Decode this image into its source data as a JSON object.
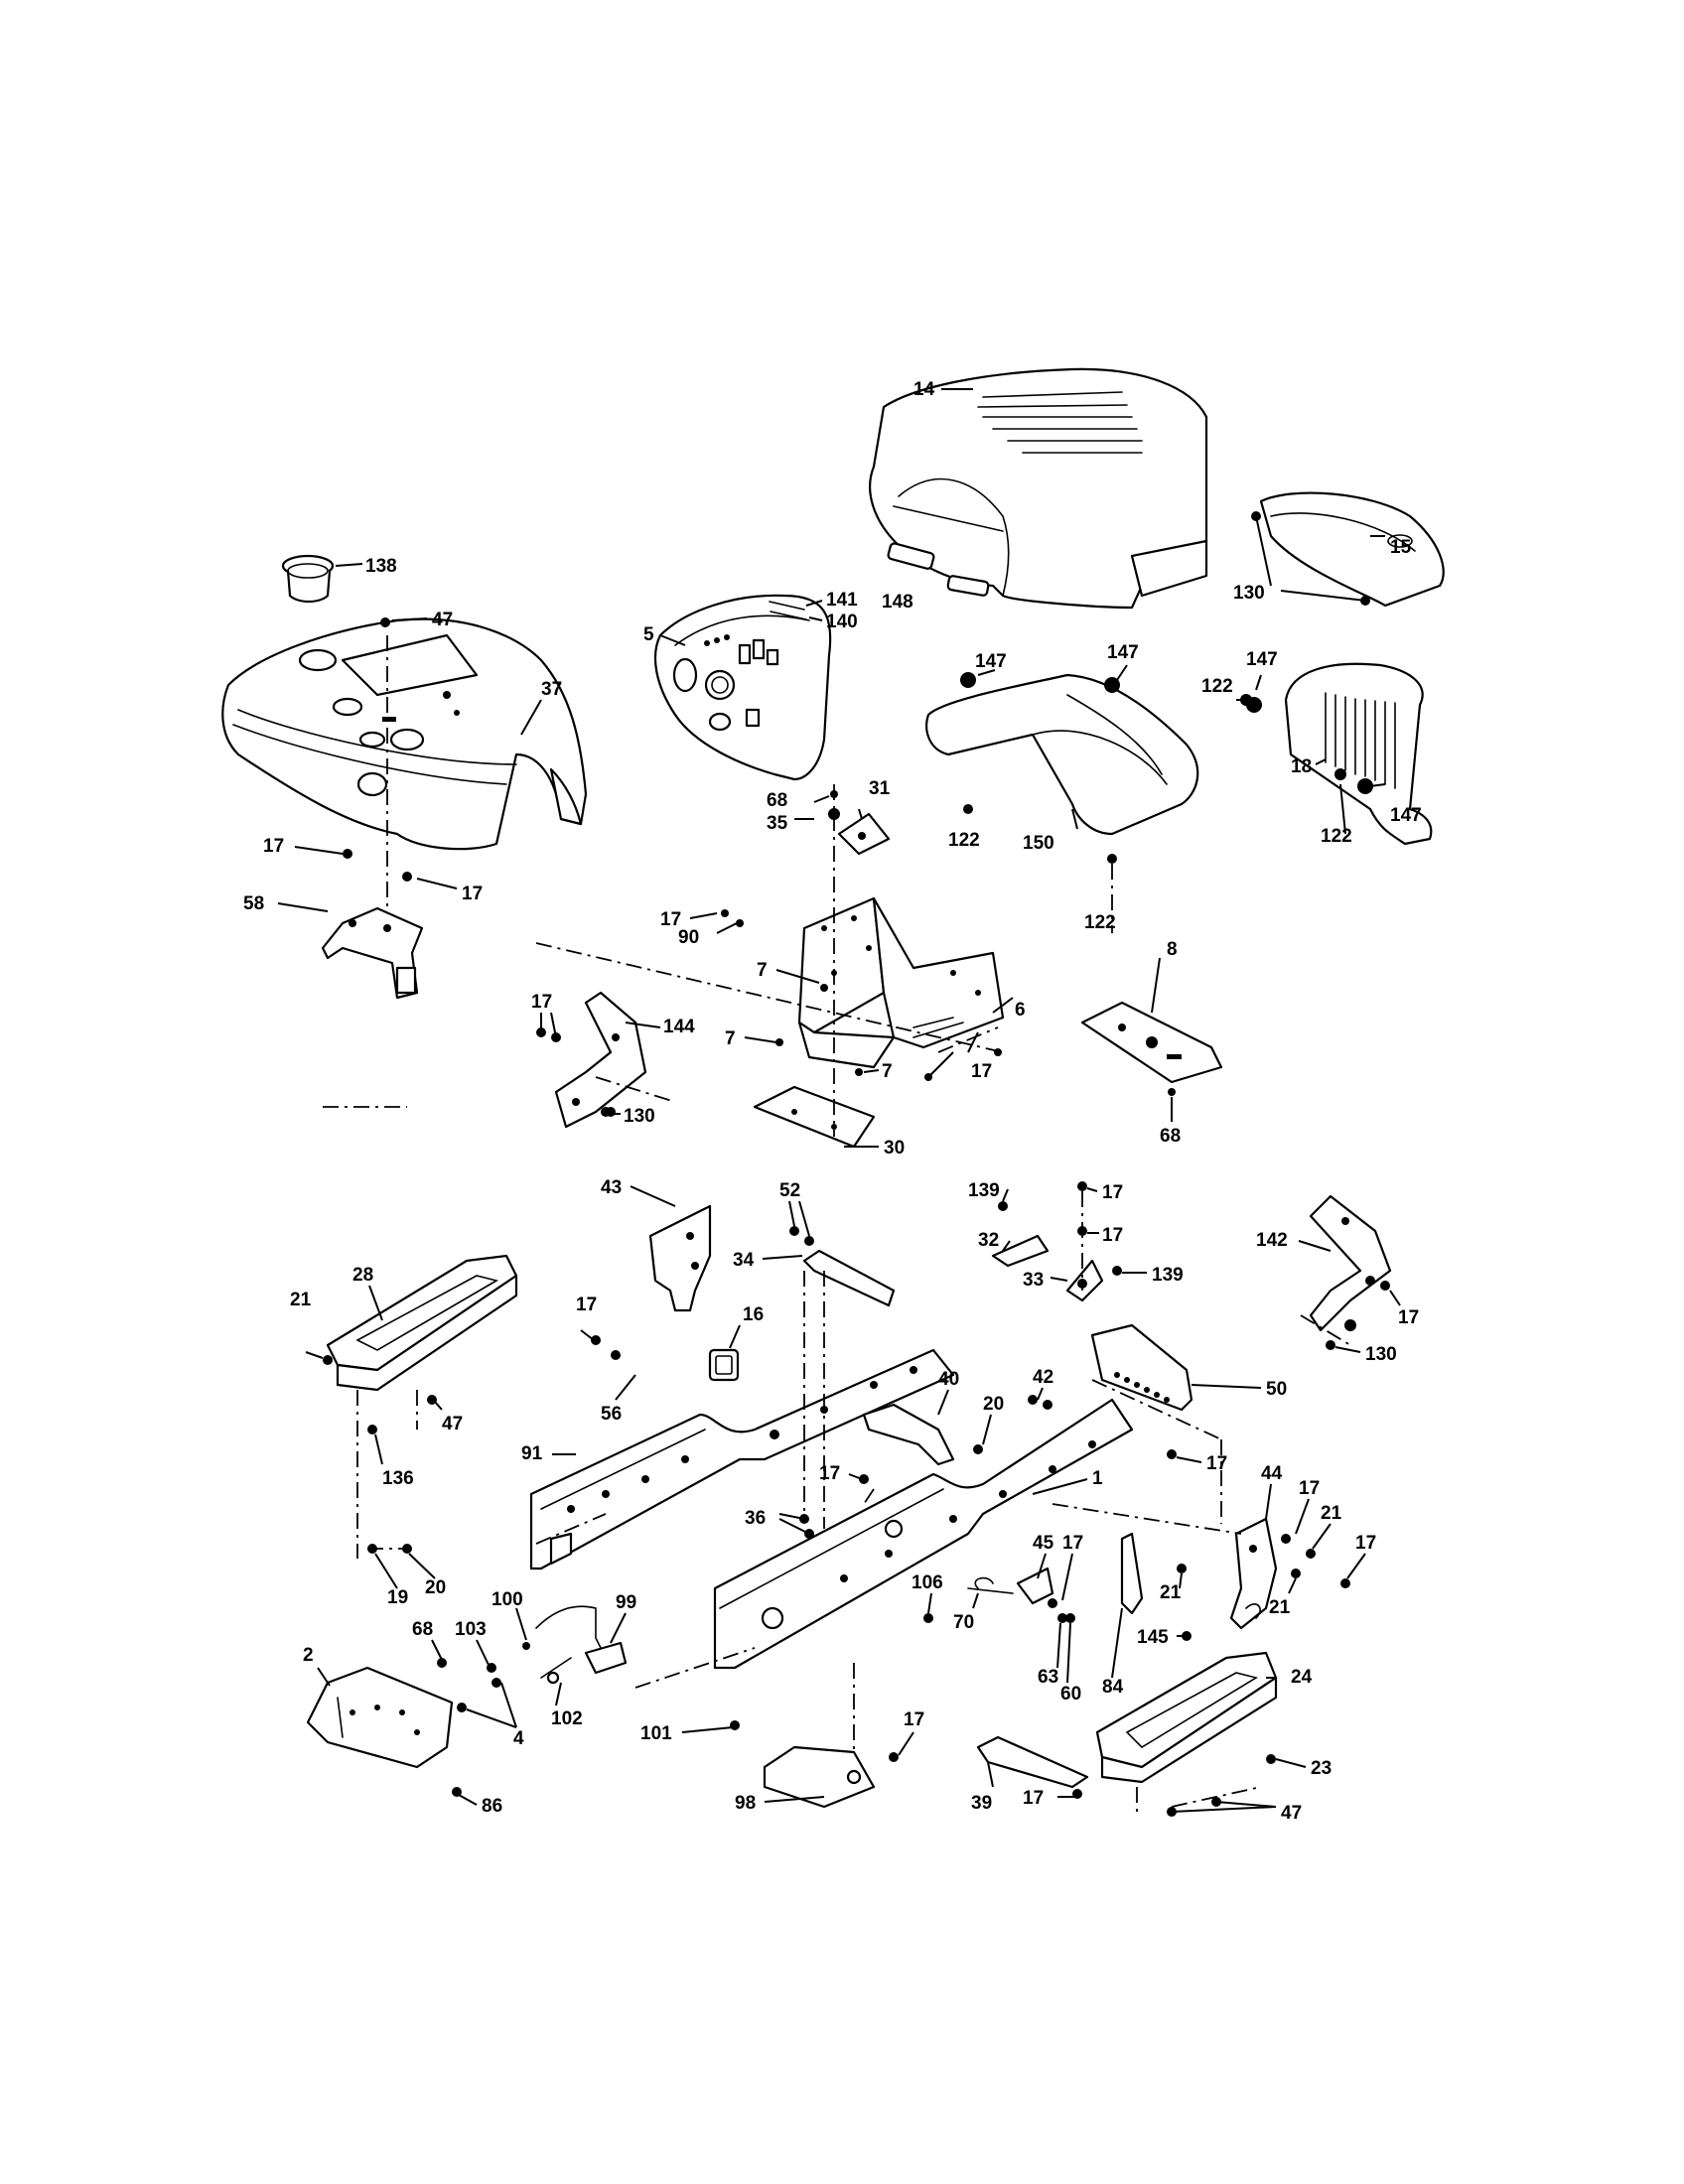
{
  "diagram": {
    "callouts": {
      "c14": "14",
      "c138": "138",
      "c47a": "47",
      "c37": "37",
      "c141": "141",
      "c140": "140",
      "c5": "5",
      "c148": "148",
      "c15": "15",
      "c130a": "130",
      "c147a": "147",
      "c147b": "147",
      "c147c": "147",
      "c122a": "122",
      "c18": "18",
      "c147d": "147",
      "c122b": "122",
      "c122c": "122",
      "c150": "150",
      "c122d": "122",
      "c68a": "68",
      "c31": "31",
      "c35": "35",
      "c17a": "17",
      "c58": "58",
      "c17b": "17",
      "c17c": "17",
      "c90": "90",
      "c7a": "7",
      "c6": "6",
      "c8": "8",
      "c17d": "17",
      "c144": "144",
      "c7b": "7",
      "c17e": "17",
      "c7c": "7",
      "c68b": "68",
      "c130b": "130",
      "c30": "30",
      "c43": "43",
      "c52": "52",
      "c139a": "139",
      "c17f": "17",
      "c17g": "17",
      "c32": "32",
      "c34": "34",
      "c33": "33",
      "c139b": "139",
      "c142": "142",
      "c17h": "17",
      "c28": "28",
      "c21a": "21",
      "c16": "16",
      "c17i": "17",
      "c130c": "130",
      "c40": "40",
      "c42": "42",
      "c50": "50",
      "c56": "56",
      "c47b": "47",
      "c20a": "20",
      "c17j": "17",
      "c91": "91",
      "c17k": "17",
      "c44": "44",
      "c17l": "17",
      "c136": "136",
      "c1": "1",
      "c36": "36",
      "c21b": "21",
      "c17m": "17",
      "c45": "45",
      "c17n": "17",
      "c20b": "20",
      "c19": "19",
      "c106": "106",
      "c21c": "21",
      "c21d": "21",
      "c100": "100",
      "c99": "99",
      "c70": "70",
      "c68c": "68",
      "c103": "103",
      "c63": "63",
      "c60": "60",
      "c84": "84",
      "c145": "145",
      "c2": "2",
      "c24": "24",
      "c102": "102",
      "c4": "4",
      "c101": "101",
      "c17o": "17",
      "c23": "23",
      "c86": "86",
      "c98": "98",
      "c39": "39",
      "c17p": "17",
      "c47c": "47"
    }
  }
}
